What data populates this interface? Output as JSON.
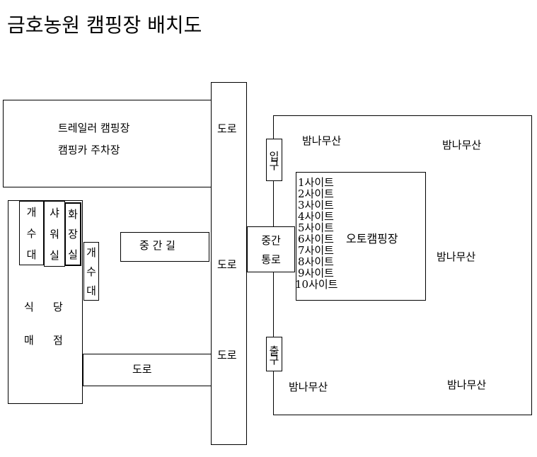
{
  "title": "금호농원 캠핑장 배치도",
  "trailer": {
    "line1": "트레일러 캠핑장",
    "line2": "캠핑카 주차장"
  },
  "road_label": "도로",
  "middle_path": "중 간 길",
  "left": {
    "sink1": [
      "개",
      "수",
      "대"
    ],
    "shower": [
      "샤",
      "워",
      "실"
    ],
    "toilet": [
      "화",
      "장",
      "실"
    ],
    "sink2": [
      "개",
      "수",
      "대"
    ],
    "restaurant": [
      "식",
      "당"
    ],
    "store": [
      "매",
      "점"
    ]
  },
  "entrance": "입구",
  "exit": "출구",
  "middle_passage": [
    "중간",
    "통로"
  ],
  "auto_camping": "오토캠핑장",
  "sites": [
    "1사이트",
    "2사이트",
    "3사이트",
    "4사이트",
    "5사이트",
    "6사이트",
    "7사이트",
    "8사이트",
    "9사이트",
    "10사이트"
  ],
  "forest": "밤나무산"
}
